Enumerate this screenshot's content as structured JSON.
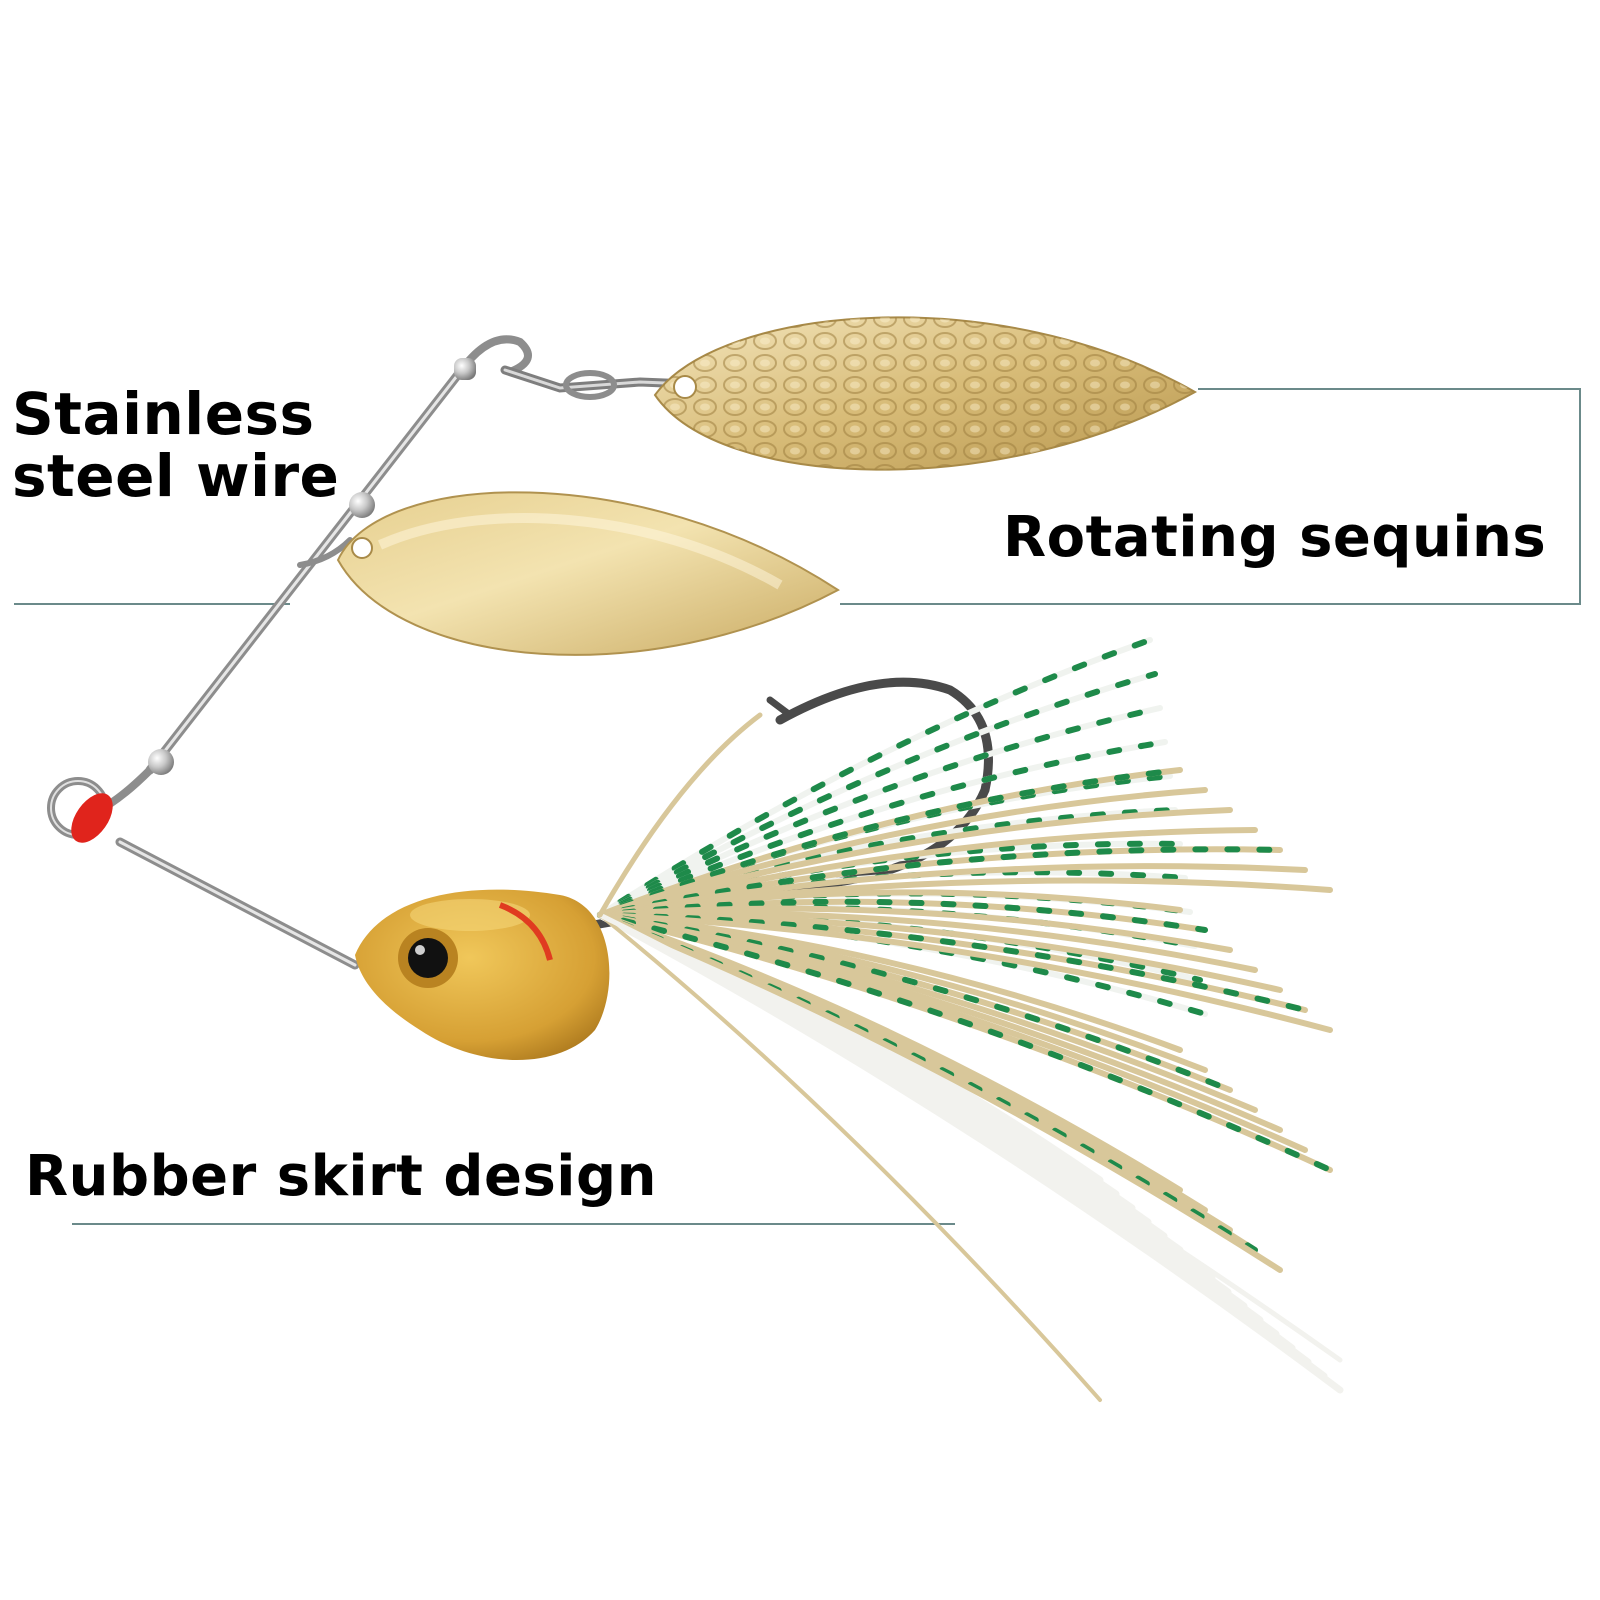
{
  "labels": {
    "wire_line1": "Stainless",
    "wire_line2": "steel wire",
    "sequins": "Rotating sequins",
    "skirt": "Rubber skirt design"
  },
  "colors": {
    "background": "#ffffff",
    "label_text": "#000000",
    "callout_line": "#6b8a8a",
    "blade_gold": "#d9bf7a",
    "wire_silver": "#a8a8a8",
    "head_yellow": "#d9a93a",
    "skirt_tan": "#d8c79a",
    "skirt_white": "#f2f2ee",
    "skirt_green": "#1e8a4a",
    "bead_red": "#e0241c"
  }
}
